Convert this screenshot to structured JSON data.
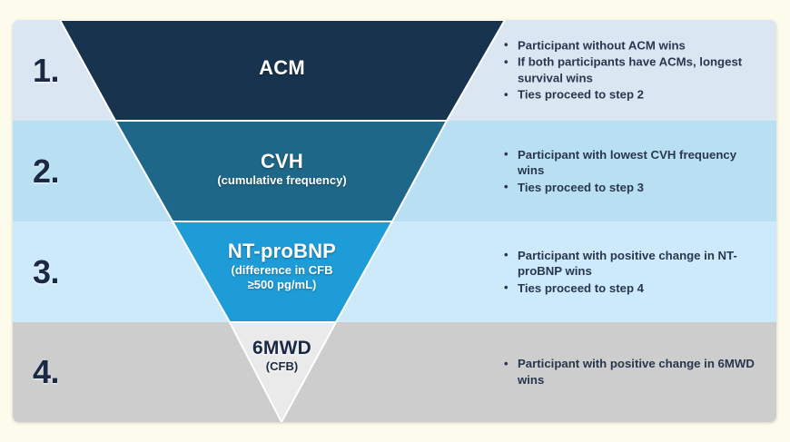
{
  "figure": {
    "type": "funnel-hierarchy-diagram",
    "background_color": "#fdfbec",
    "card_color": "#ffffff"
  },
  "steps": [
    {
      "number": "1.",
      "band_color": "#dbe6f3",
      "segment_color": "#17334d",
      "title": "ACM",
      "subtitle": "",
      "bullets": [
        "Participant without ACM wins",
        "If both participants have ACMs, longest survival wins",
        "Ties proceed to step 2"
      ]
    },
    {
      "number": "2.",
      "band_color": "#b9e0f2",
      "segment_color": "#1f6788",
      "title": "CVH",
      "subtitle": "(cumulative frequency)",
      "bullets": [
        "Participant with lowest CVH frequency wins",
        "Ties proceed to step 3"
      ]
    },
    {
      "number": "3.",
      "band_color": "#cdeafb",
      "segment_color": "#1e9cd7",
      "title": "NT-proBNP",
      "subtitle": "(difference in CFB\n≥500 pg/mL)",
      "bullets": [
        "Participant with positive change in NT-proBNP wins",
        "Ties proceed to step 4"
      ]
    },
    {
      "number": "4.",
      "band_color": "#cdcdcd",
      "segment_color": "#e9e9e9",
      "title": "6MWD",
      "subtitle": "(CFB)",
      "bullets": [
        "Participant with positive change in 6MWD wins"
      ]
    }
  ]
}
